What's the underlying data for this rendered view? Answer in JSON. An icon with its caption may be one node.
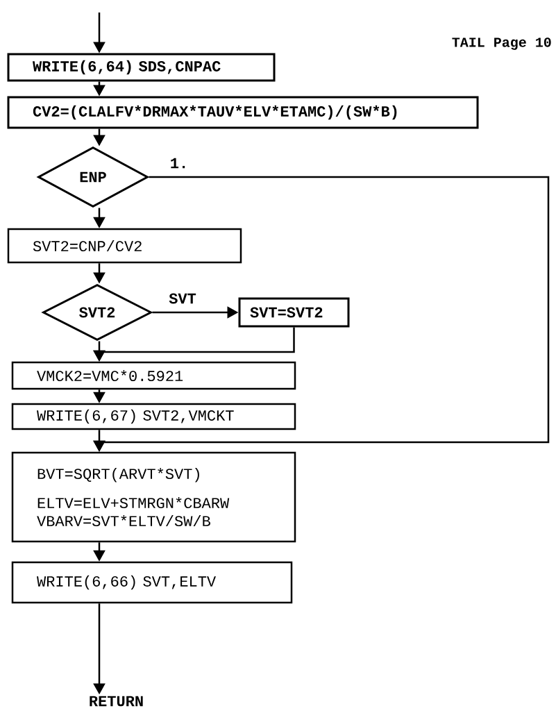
{
  "diagram": {
    "nodes": [
      {
        "text": [
          "WRITE(6,64) SDS,CNPAC"
        ]
      },
      {
        "text": [
          "CV2=(CLALFV*DRMAX*TAUV*ELV*ETAMC)/(SW*B)"
        ]
      },
      {
        "text": [
          "ENP"
        ]
      },
      {
        "text": [
          "SVT2=CNP/CV2"
        ]
      },
      {
        "text": [
          "SVT2"
        ]
      },
      {
        "text": [
          "SVT=SVT2"
        ]
      },
      {
        "text": [
          "VMCK2=VMC*0.5921"
        ]
      },
      {
        "text": [
          "WRITE(6,67) SVT2,VMCKT"
        ]
      },
      {
        "text": [
          "BVT=SQRT(ARVT*SVT)",
          "ELTV=ELV+STMRGN*CBARW",
          "VBARV=SVT*ELTV/SW/B"
        ]
      },
      {
        "text": [
          "WRITE(6,66) SVT,ELTV"
        ]
      },
      {
        "text": [
          "RETURN"
        ]
      }
    ],
    "edges": [
      {
        "from": null,
        "to": 0,
        "arrow": "to"
      },
      {
        "from": 0,
        "to": 1,
        "arrow": "to"
      },
      {
        "from": 1,
        "to": 2,
        "arrow": "to"
      },
      {
        "from": 2,
        "to": 3,
        "arrow": "to"
      },
      {
        "from": 2,
        "to": 8,
        "arrow": "to",
        "label": "1."
      },
      {
        "from": 3,
        "to": 4,
        "arrow": "to"
      },
      {
        "from": 4,
        "to": 5,
        "arrow": "to",
        "label": "SVT"
      },
      {
        "from": 5,
        "to": 6,
        "arrow": "to"
      },
      {
        "from": 4,
        "to": 6,
        "arrow": "to"
      },
      {
        "from": 6,
        "to": 7,
        "arrow": "to"
      },
      {
        "from": 7,
        "to": 8,
        "arrow": "to"
      },
      {
        "from": 8,
        "to": 9,
        "arrow": "to"
      },
      {
        "from": 9,
        "to": 10,
        "arrow": "to"
      }
    ],
    "labels": [
      "TAIL Page 10"
    ]
  }
}
